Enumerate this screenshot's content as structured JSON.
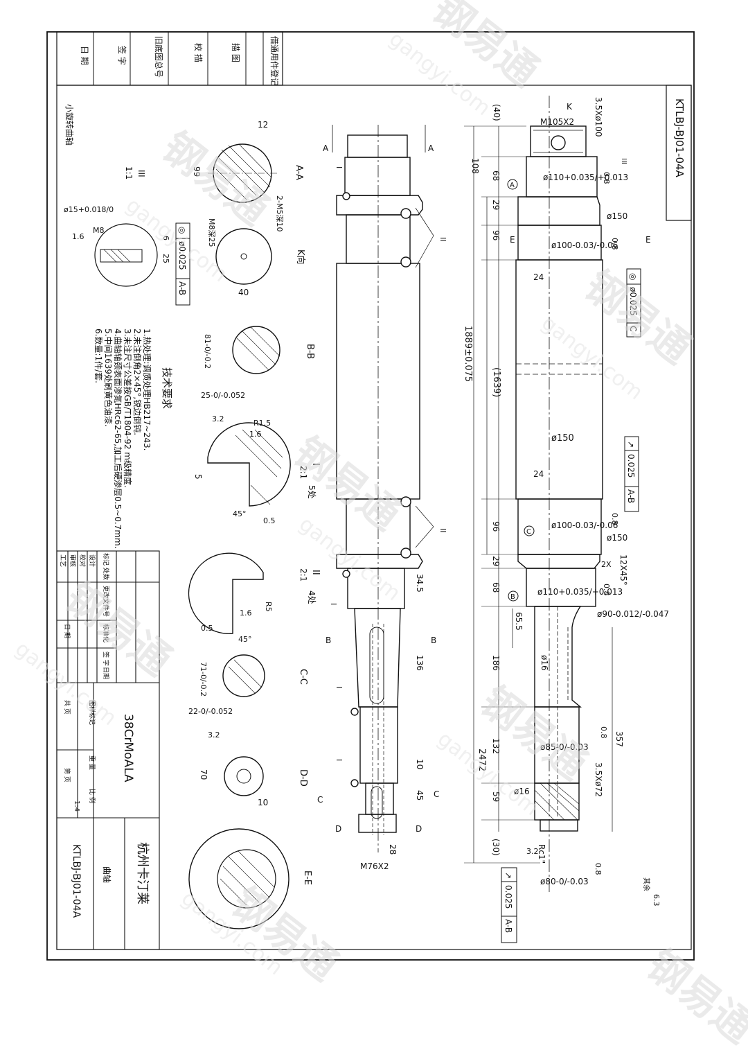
{
  "drawing_number": "KTLBJ-BJ01-04A",
  "top_left_block": {
    "rows": [
      "借通用件登记",
      "描 图",
      "校 描",
      "旧底图总号",
      "签 字",
      "日 期"
    ]
  },
  "part": {
    "name": "小旋转曲轴",
    "material": "38CrMoALA",
    "company": "杭州卡汀莱",
    "title_name": "曲轴",
    "scale": "1:4",
    "sheets_total": "共 页",
    "sheet_no": "第 页"
  },
  "title_block_labels": {
    "row1": "标记 处数",
    "row2": "设计",
    "row3": "校对",
    "row4": "审核",
    "row5": "工艺",
    "col_doc": "更改文件号",
    "col_std": "标准化",
    "col_sign": "签 字",
    "col_date": "日 期",
    "col_date2": "日期",
    "stage_mark": "图样标记",
    "weight": "重 量",
    "scale_label": "比 例"
  },
  "tech_requirements": {
    "title": "技术要求",
    "items": [
      "1.热处理:调质处理HB217~243.",
      "2.未注倒角2×45°,锐边倒钝.",
      "3.未注尺寸公差按GB/T1804-92 m级精度.",
      "4.曲轴轴颈表面渗氮HRc62-65,加工后硬渗层0.5~0.7mm.",
      "5.中间1639处刷黄色油漆.",
      "6.数量:1件/套."
    ]
  },
  "roughness_note": {
    "label": "其余",
    "value": "6.3"
  },
  "main_dims": {
    "total_length": "2472",
    "mid_length": "1889±0.075",
    "mid_center": "(1639)",
    "seg_40": "(40)",
    "seg_108": "108",
    "seg_68a": "68",
    "seg_29a": "29",
    "seg_96a": "96",
    "seg_96b": "96",
    "seg_29b": "29",
    "seg_68b": "68",
    "seg_65_5": "65.5",
    "seg_186": "186",
    "seg_132": "132",
    "seg_59": "59",
    "seg_30": "(30)",
    "seg_357": "357",
    "thread_top": "M105X2",
    "thread_top_undercut": "3.5Xø100",
    "dia_110a": "ø110+0.035/+0.013",
    "dia_150a": "ø150",
    "dia_100a": "ø100-0.03/-0.06",
    "dim_24a": "24",
    "dia_150b": "ø150",
    "dim_24b": "24",
    "dia_100b": "ø100-0.03/-0.06",
    "dia_150c": "ø150",
    "chamfer": "12X45°",
    "chamfer2": "2X",
    "dia_110b": "ø110+0.035/+0.013",
    "dia_90": "ø90-0.012/-0.047",
    "dia_16a": "ø16",
    "dia_85": "ø85-0/-0.03",
    "undercut_72": "3.5Xø72",
    "dia_16b": "ø16",
    "rc": "Rc1\"",
    "dia_80": "ø80-0/-0.03",
    "rough_08": "0.8",
    "rough_32": "3.2",
    "view_k": "K",
    "view_e": "E",
    "detail_iii": "III",
    "datum_a": "A",
    "datum_b": "B",
    "datum_c": "C"
  },
  "tolerances": {
    "conc_c": {
      "symbol": "◎",
      "value": "ø0.025",
      "datum": "C"
    },
    "runout_ab1": {
      "symbol": "↗",
      "value": "0.025",
      "datum": "A-B"
    },
    "runout_ab2": {
      "symbol": "↗",
      "value": "0.025",
      "datum": "A-B"
    },
    "conc_detail": {
      "symbol": "◎",
      "value": "ø0.025",
      "datum": "A-B"
    }
  },
  "side_view": {
    "thread_bottom": "M76X2",
    "dim_28": "28",
    "dim_136": "136",
    "dim_34_5": "34.5",
    "dim_10": "10",
    "dim_45": "45",
    "label_I": "I",
    "label_II": "II",
    "cut_A": "A",
    "cut_B": "B",
    "cut_C": "C",
    "cut_D": "D"
  },
  "sections": {
    "aa": {
      "label": "A-A",
      "dim_12": "12",
      "dim_99": "99"
    },
    "k": {
      "label": "K向",
      "thread": "2-M5深10",
      "m8": "M8深25",
      "dim_40": "40"
    },
    "bb": {
      "label": "B-B",
      "dim_h": "81-0/-0.2",
      "dim_w": "25-0/-0.052",
      "rough": "3.2"
    },
    "cc": {
      "label": "C-C",
      "dim_h": "71-0/-0.2",
      "dim_w": "22-0/-0.052",
      "rough": "3.2"
    },
    "dd": {
      "label": "D-D",
      "dim_70": "70",
      "dim_10": "10"
    },
    "ee": {
      "label": "E-E"
    }
  },
  "details": {
    "iii": {
      "label": "III",
      "scale": "1:1",
      "dia_15": "ø15+0.018/0",
      "m8": "M8",
      "rough": "1.6",
      "dim_6": "6",
      "dim_25": "25"
    },
    "i": {
      "label": "I",
      "scale": "2:1",
      "count": "5处",
      "r": "R1.5",
      "rough": "1.6",
      "dim_5": "5",
      "angle": "45°",
      "dim_0_5": "0.5"
    },
    "ii": {
      "label": "II",
      "scale": "2:1",
      "count": "4处",
      "r": "R5",
      "rough": "1.6",
      "dim_0_5": "0.5",
      "angle": "45°"
    }
  },
  "watermark": {
    "brand": "钢易通",
    "url": "gangyi.com"
  }
}
